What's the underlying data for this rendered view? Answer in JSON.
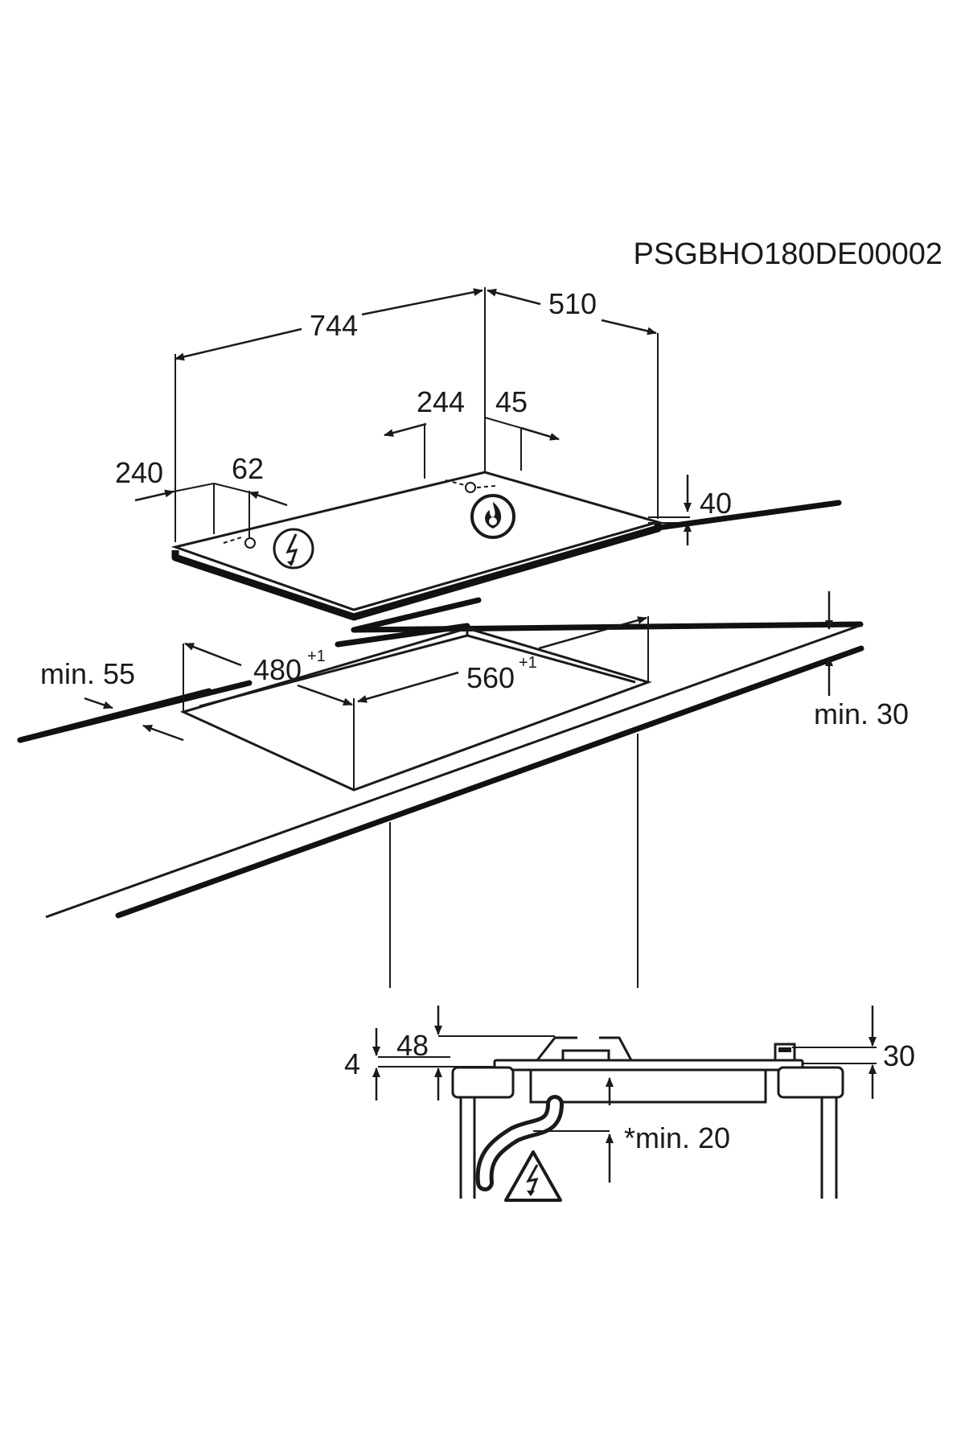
{
  "diagram": {
    "code": "PSGBHO180DE00002",
    "dimensions": {
      "width_744": "744",
      "depth_510": "510",
      "d_244": "244",
      "d_45": "45",
      "d_240": "240",
      "d_62": "62",
      "height_40": "40",
      "cutout_480": "480",
      "cutout_480_tol": "+1",
      "cutout_560": "560",
      "cutout_560_tol": "+1",
      "min_55": "min. 55",
      "min_30": "min. 30",
      "d_4": "4",
      "d_48": "48",
      "d_30": "30",
      "min_20": "*min. 20"
    },
    "icons": [
      "electric-connection-icon",
      "gas-flame-icon",
      "electric-warning-icon"
    ]
  }
}
